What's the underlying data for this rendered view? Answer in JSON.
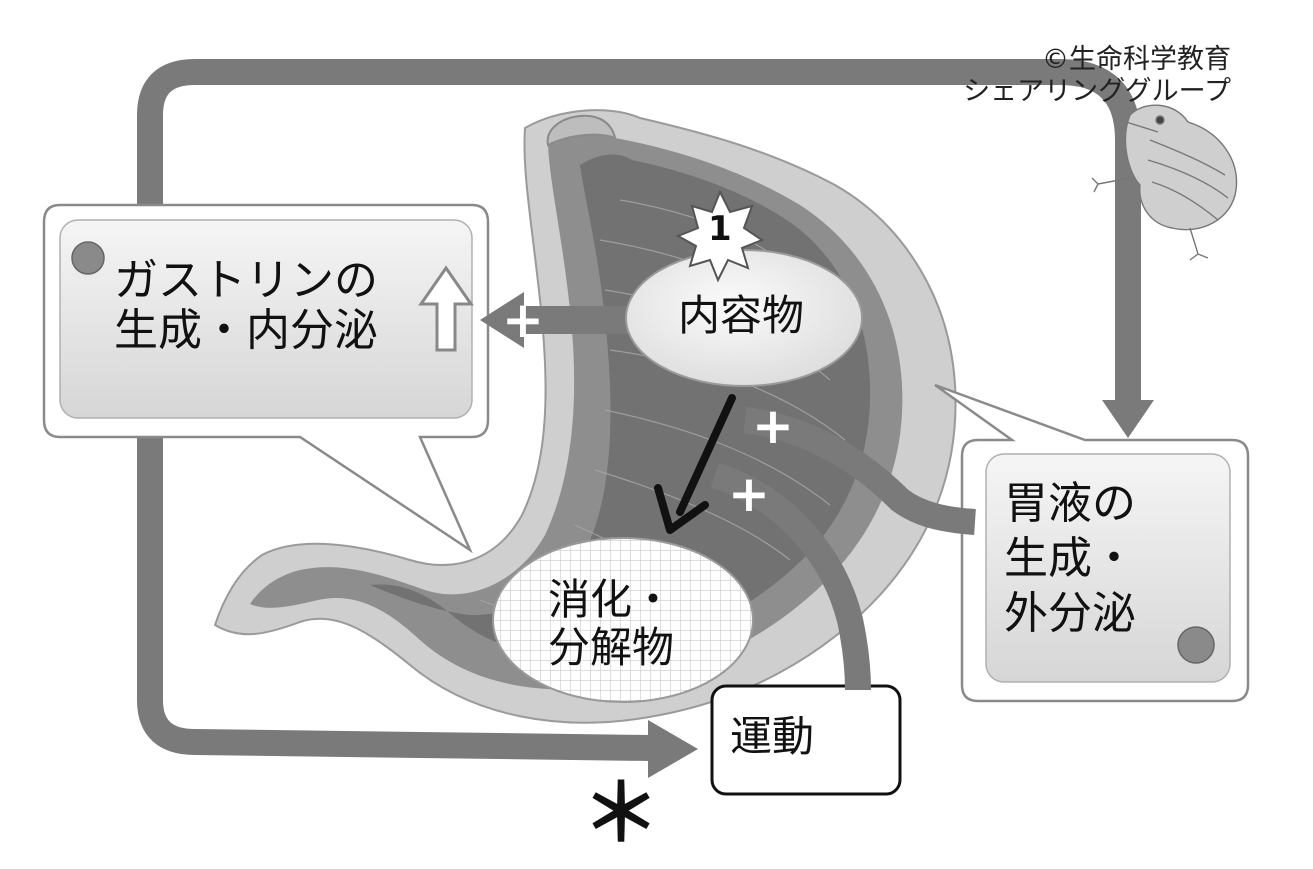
{
  "credit": {
    "line1": "©生命科学教育",
    "line2": "シェアリンググループ"
  },
  "boxes": {
    "gastrin": {
      "line1": "ガストリンの",
      "line2": "生成・内分泌"
    },
    "gastric_juice": {
      "line1": "胃液の",
      "line2": "生成・",
      "line3": "外分泌"
    },
    "motility": {
      "label": "運動"
    }
  },
  "ellipses": {
    "contents": {
      "label": "内容物"
    },
    "digestion": {
      "line1": "消化・",
      "line2": "分解物"
    }
  },
  "markers": {
    "step_number": "1",
    "plus_gastrin": "+",
    "plus_juice": "+",
    "plus_motility": "+",
    "asterisk": "＊"
  },
  "icons": [
    "up-arrow-icon",
    "chick-illustration"
  ],
  "colors": {
    "pathway": "#7a7a7a",
    "stomach_outer": "#cfcfcf",
    "stomach_wall": "#8e8e8e",
    "stomach_inner": "#6f6f6f",
    "box_fill": "#e4e4e4",
    "dot": "#8a8a8a"
  }
}
